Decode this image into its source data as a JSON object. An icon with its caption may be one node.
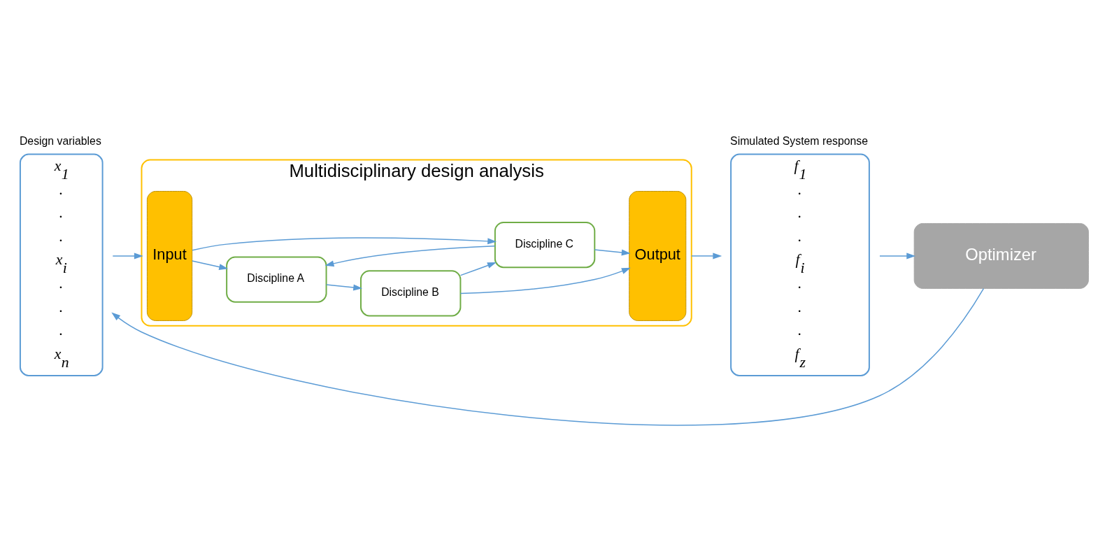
{
  "diagram": {
    "nodes": [
      {
        "text": [
          "Design variables",
          "x$_{1}$",
          ".",
          ".",
          ".",
          "x$_{i}$",
          ".",
          ".",
          ".",
          "x$_{n}$"
        ]
      },
      {
        "text": [
          "Multidisciplinary design analysis"
        ]
      },
      {
        "text": [
          "Input"
        ],
        "in": 1
      },
      {
        "text": [
          "Discipline A"
        ],
        "in": 1
      },
      {
        "text": [
          "Discipline B"
        ],
        "in": 1
      },
      {
        "text": [
          "Discipline C"
        ],
        "in": 1
      },
      {
        "text": [
          "Output"
        ],
        "in": 1
      },
      {
        "text": [
          "Simulated System response",
          "f$_{1}$",
          ".",
          ".",
          ".",
          "f$_{i}$",
          ".",
          ".",
          ".",
          "f$_{z}$"
        ]
      },
      {
        "text": [
          "Optimizer"
        ]
      }
    ],
    "edges": [
      {
        "from": 0,
        "to": 1,
        "arrow": "to"
      },
      {
        "from": 2,
        "to": 3,
        "arrow": "to"
      },
      {
        "from": 2,
        "to": 5,
        "arrow": "to"
      },
      {
        "from": 3,
        "to": 4,
        "arrow": "to"
      },
      {
        "from": 4,
        "to": 6,
        "arrow": "to"
      },
      {
        "from": 4,
        "to": 5,
        "arrow": "to"
      },
      {
        "from": 5,
        "to": 3,
        "arrow": "to"
      },
      {
        "from": 5,
        "to": 6,
        "arrow": "to"
      },
      {
        "from": 1,
        "to": 7,
        "arrow": "to"
      },
      {
        "from": 7,
        "to": 8,
        "arrow": "to"
      },
      {
        "from": 8,
        "to": 0,
        "arrow": "to"
      }
    ]
  }
}
